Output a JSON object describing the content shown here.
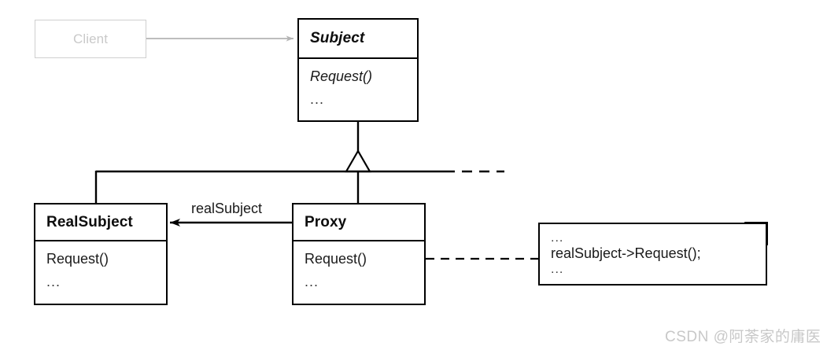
{
  "diagram": {
    "title": "Proxy Pattern UML Class Diagram",
    "colors": {
      "stroke": "#000000",
      "ghost_stroke": "#cfcfcf",
      "ghost_text": "#c9c9c9",
      "ghost_arrow": "#b4b4b4",
      "note_fold": "#9c9c9c",
      "background": "#ffffff",
      "watermark": "#c8c8c8"
    },
    "classes": [
      {
        "id": "client",
        "name": "Client",
        "abstract": false,
        "ghosted": true,
        "operations": []
      },
      {
        "id": "subject",
        "name": "Subject",
        "abstract": true,
        "ghosted": false,
        "operations": [
          "Request()",
          "..."
        ]
      },
      {
        "id": "realsubject",
        "name": "RealSubject",
        "abstract": false,
        "ghosted": false,
        "operations": [
          "Request()",
          "..."
        ]
      },
      {
        "id": "proxy",
        "name": "Proxy",
        "abstract": false,
        "ghosted": false,
        "operations": [
          "Request()",
          "..."
        ]
      }
    ],
    "relationships": [
      {
        "id": "client-to-subject",
        "type": "association",
        "from": "Client",
        "to": "Subject",
        "style": "solid",
        "arrowhead": "filled",
        "color": "ghost",
        "label": ""
      },
      {
        "id": "realsubject-generalization",
        "type": "generalization",
        "from": "RealSubject",
        "to": "Subject",
        "style": "solid",
        "arrowhead": "hollow-triangle",
        "label": ""
      },
      {
        "id": "proxy-generalization",
        "type": "generalization",
        "from": "Proxy",
        "to": "Subject",
        "style": "solid",
        "arrowhead": "hollow-triangle",
        "label": ""
      },
      {
        "id": "proxy-to-realsubject",
        "type": "association",
        "from": "Proxy",
        "to": "RealSubject",
        "style": "solid",
        "arrowhead": "filled",
        "label": "realSubject"
      },
      {
        "id": "proxy-request-note-link",
        "type": "note-anchor",
        "from": "Proxy.Request()",
        "to": "note",
        "style": "dashed",
        "arrowhead": "ball",
        "label": ""
      }
    ],
    "note": {
      "id": "proxy-request-note",
      "lines": [
        "...",
        "realSubject->Request();",
        "..."
      ],
      "folded_corner": true
    }
  },
  "watermark": {
    "text": "CSDN @阿荼家的庸医"
  }
}
